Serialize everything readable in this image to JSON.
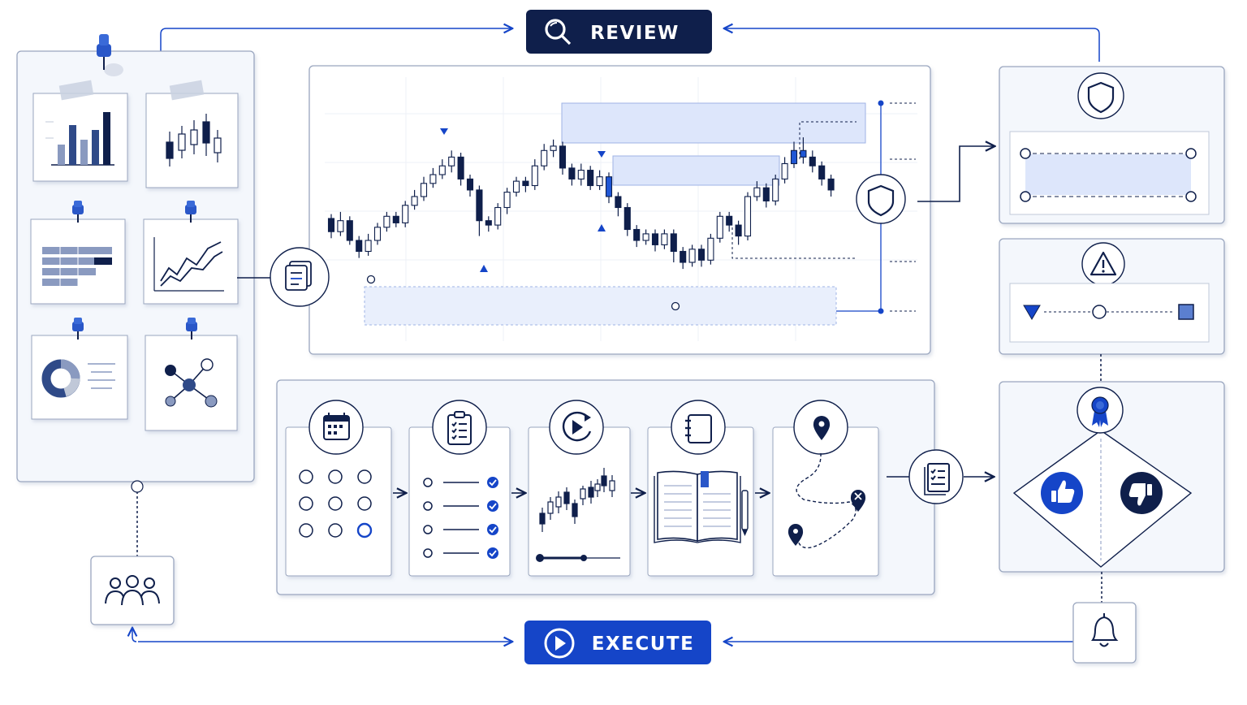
{
  "header": {
    "review_label": "REVIEW"
  },
  "footer": {
    "execute_label": "EXECUTE"
  },
  "colors": {
    "navy": "#0f1f4b",
    "blue": "#1545c8",
    "panel_bg": "#f4f7fc",
    "panel_border": "#9aa6bf",
    "zone_fill": "#dde6fb",
    "bullish": "#ffffff",
    "bearish": "#0f1f4b",
    "highlight": "#1f57d6"
  },
  "icons": {
    "review": "magnifier-icon",
    "execute": "play-icon",
    "chart_open": "document-stack-icon",
    "risk": "shield-icon",
    "alert": "warning-icon",
    "award": "ribbon-award-icon",
    "approve": "thumbs-up-icon",
    "reject": "thumbs-down-icon",
    "notify": "bell-icon",
    "team": "team-icon",
    "calendar": "calendar-icon",
    "checklist": "clipboard-checklist-icon",
    "replay": "replay-icon",
    "journal": "notebook-icon",
    "route": "map-pin-icon",
    "report": "report-icon"
  },
  "candles": [
    {
      "o": 60,
      "c": 48,
      "h": 64,
      "l": 42
    },
    {
      "o": 48,
      "c": 58,
      "h": 66,
      "l": 44
    },
    {
      "o": 58,
      "c": 40,
      "h": 62,
      "l": 36
    },
    {
      "o": 40,
      "c": 30,
      "h": 44,
      "l": 24
    },
    {
      "o": 30,
      "c": 40,
      "h": 46,
      "l": 26
    },
    {
      "o": 40,
      "c": 52,
      "h": 56,
      "l": 36
    },
    {
      "o": 52,
      "c": 62,
      "h": 66,
      "l": 48
    },
    {
      "o": 62,
      "c": 56,
      "h": 66,
      "l": 52
    },
    {
      "o": 56,
      "c": 72,
      "h": 76,
      "l": 52
    },
    {
      "o": 72,
      "c": 80,
      "h": 86,
      "l": 68
    },
    {
      "o": 80,
      "c": 92,
      "h": 98,
      "l": 76
    },
    {
      "o": 92,
      "c": 100,
      "h": 106,
      "l": 88
    },
    {
      "o": 100,
      "c": 108,
      "h": 114,
      "l": 96
    },
    {
      "o": 108,
      "c": 116,
      "h": 122,
      "l": 102
    },
    {
      "o": 116,
      "c": 96,
      "h": 120,
      "l": 90
    },
    {
      "o": 96,
      "c": 86,
      "h": 100,
      "l": 80
    },
    {
      "o": 86,
      "c": 58,
      "h": 90,
      "l": 44
    },
    {
      "o": 58,
      "c": 54,
      "h": 62,
      "l": 48
    },
    {
      "o": 54,
      "c": 70,
      "h": 74,
      "l": 50
    },
    {
      "o": 70,
      "c": 84,
      "h": 88,
      "l": 64
    },
    {
      "o": 84,
      "c": 94,
      "h": 98,
      "l": 80
    },
    {
      "o": 94,
      "c": 90,
      "h": 98,
      "l": 84
    },
    {
      "o": 90,
      "c": 108,
      "h": 114,
      "l": 86
    },
    {
      "o": 108,
      "c": 122,
      "h": 128,
      "l": 104
    },
    {
      "o": 122,
      "c": 126,
      "h": 132,
      "l": 116
    },
    {
      "o": 126,
      "c": 106,
      "h": 130,
      "l": 100
    },
    {
      "o": 106,
      "c": 96,
      "h": 110,
      "l": 90
    },
    {
      "o": 96,
      "c": 104,
      "h": 110,
      "l": 90
    },
    {
      "o": 104,
      "c": 90,
      "h": 108,
      "l": 86
    },
    {
      "o": 90,
      "c": 98,
      "h": 104,
      "l": 86
    },
    {
      "o": 98,
      "c": 80,
      "h": 102,
      "l": 74
    },
    {
      "o": 80,
      "c": 70,
      "h": 84,
      "l": 62
    },
    {
      "o": 70,
      "c": 50,
      "h": 74,
      "l": 44
    },
    {
      "o": 50,
      "c": 40,
      "h": 54,
      "l": 34
    },
    {
      "o": 40,
      "c": 46,
      "h": 50,
      "l": 36
    },
    {
      "o": 46,
      "c": 36,
      "h": 50,
      "l": 30
    },
    {
      "o": 36,
      "c": 46,
      "h": 50,
      "l": 32
    },
    {
      "o": 46,
      "c": 30,
      "h": 50,
      "l": 20
    },
    {
      "o": 30,
      "c": 20,
      "h": 34,
      "l": 14
    },
    {
      "o": 20,
      "c": 32,
      "h": 36,
      "l": 16
    },
    {
      "o": 32,
      "c": 22,
      "h": 36,
      "l": 16
    },
    {
      "o": 22,
      "c": 42,
      "h": 46,
      "l": 18
    },
    {
      "o": 42,
      "c": 62,
      "h": 66,
      "l": 38
    },
    {
      "o": 62,
      "c": 54,
      "h": 66,
      "l": 48
    },
    {
      "o": 54,
      "c": 44,
      "h": 58,
      "l": 36
    },
    {
      "o": 44,
      "c": 80,
      "h": 84,
      "l": 40
    },
    {
      "o": 80,
      "c": 88,
      "h": 94,
      "l": 76
    },
    {
      "o": 88,
      "c": 76,
      "h": 92,
      "l": 70
    },
    {
      "o": 76,
      "c": 96,
      "h": 100,
      "l": 72
    },
    {
      "o": 96,
      "c": 110,
      "h": 116,
      "l": 92
    },
    {
      "o": 110,
      "c": 122,
      "h": 130,
      "l": 106
    },
    {
      "o": 122,
      "c": 116,
      "h": 134,
      "l": 110
    },
    {
      "o": 116,
      "c": 108,
      "h": 122,
      "l": 102
    },
    {
      "o": 108,
      "c": 96,
      "h": 112,
      "l": 90
    },
    {
      "o": 96,
      "c": 86,
      "h": 100,
      "l": 80
    }
  ]
}
